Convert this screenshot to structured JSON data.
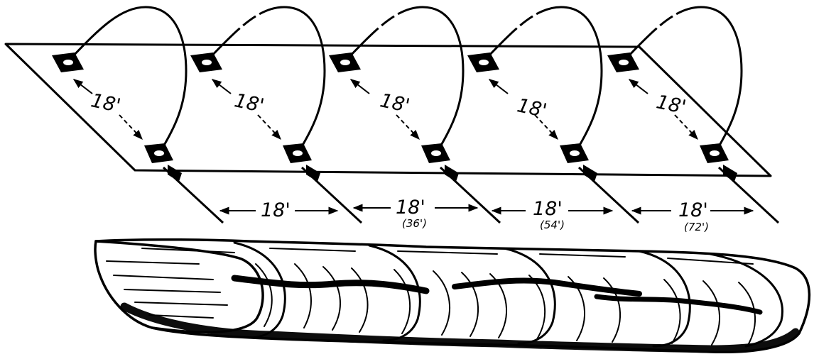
{
  "diagram": {
    "ink_color": "#000000",
    "paper_color": "#ffffff",
    "sheet_labels": [
      "18'",
      "18'",
      "18'",
      "18'",
      "18'"
    ],
    "spacing_labels": [
      {
        "value": "18'",
        "cumulative": ""
      },
      {
        "value": "18'",
        "cumulative": "(36')"
      },
      {
        "value": "18'",
        "cumulative": "(54')"
      },
      {
        "value": "18'",
        "cumulative": "(72')"
      }
    ]
  }
}
